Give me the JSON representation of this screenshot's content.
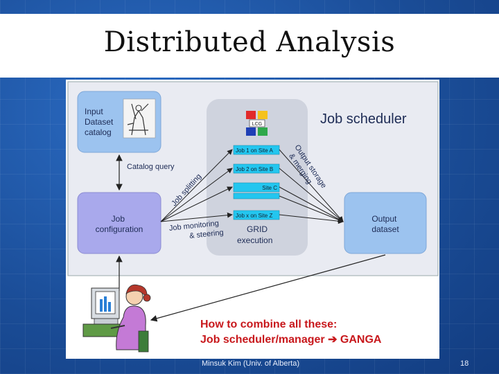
{
  "slide": {
    "title": "Distributed Analysis",
    "footer_author": "Minsuk Kim (Univ. of Alberta)",
    "page_number": "18"
  },
  "diagram": {
    "input_box": [
      "Input",
      "Dataset",
      "catalog"
    ],
    "job_config_box": [
      "Job",
      "configuration"
    ],
    "output_box": [
      "Output",
      "dataset"
    ],
    "scheduler_label": "Job scheduler",
    "grid_label": [
      "GRID",
      "execution"
    ],
    "catalog_query": "Catalog query",
    "job_splitting": "Job splitting",
    "monitoring": [
      "Job monitoring",
      "& steering"
    ],
    "output_storage": [
      "Output storage",
      "& merging"
    ],
    "jobs": [
      "Job 1 on Site A",
      "Job 2 on Site B",
      "Site C",
      "Job x on Site Z"
    ],
    "logo_text": "LCG"
  },
  "caption": {
    "line1": "How to combine all these:",
    "line2_a": "Job scheduler/manager ",
    "line2_arrow": "➔",
    "line2_b": " GANGA"
  },
  "colors": {
    "box_blue": "#9cc3ef",
    "box_purple": "#a9a9ec",
    "scheduler_grey": "#cfd3de",
    "job_cyan": "#23c6ef",
    "caption_red": "#c8181c"
  }
}
